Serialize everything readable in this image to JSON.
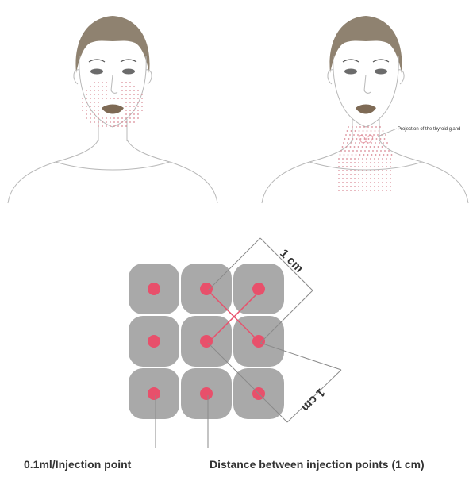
{
  "colors": {
    "hair": "#8f8270",
    "dot": "#e8506b",
    "dot_face": "#d98a95",
    "cell": "#a9a9a9",
    "line": "#999999"
  },
  "labels": {
    "thyroid_note": "Projection of the thyroid gland",
    "measure_top": "1 cm",
    "measure_right": "1 cm",
    "dose": "0.1ml/Injection point",
    "distance": "Distance between injection points (1 cm)"
  },
  "figures": [
    {
      "id": "face-left",
      "zone": "lower face and chin"
    },
    {
      "id": "face-right",
      "zone": "neck"
    }
  ],
  "grid": {
    "rows": 3,
    "cols": 3
  }
}
